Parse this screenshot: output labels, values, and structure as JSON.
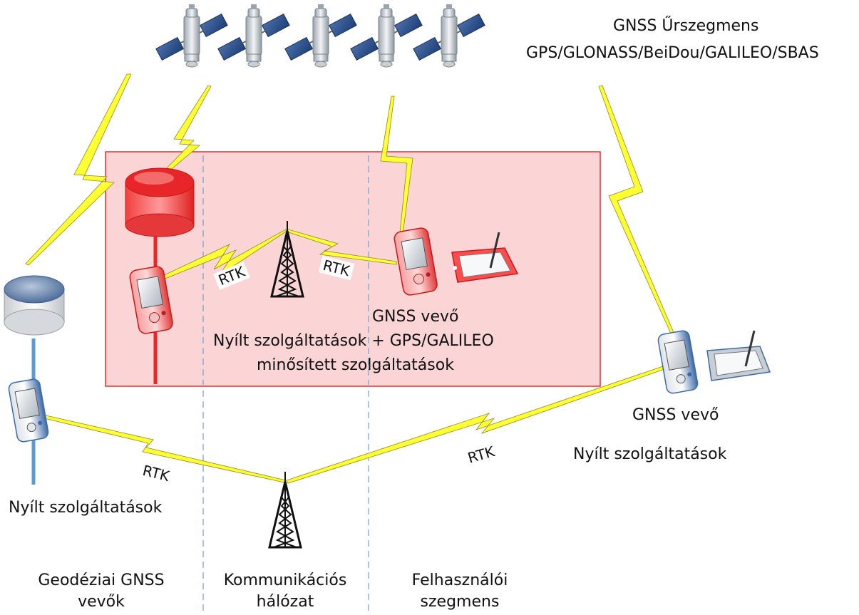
{
  "space_segment": {
    "title": "GNSS Űrszegmens",
    "systems": "GPS/GLONASS/BeiDou/GALILEO/SBAS"
  },
  "rtk_label": "RTK",
  "highlight_zone": {
    "receiver_label": "GNSS vevő",
    "services_line1": "Nyílt szolgáltatások + GPS/GALILEO",
    "services_line2": "minősített szolgáltatások"
  },
  "right_user": {
    "receiver_label": "GNSS vevő",
    "services": "Nyílt szolgáltatások"
  },
  "left_station": {
    "services": "Nyílt szolgáltatások"
  },
  "columns": [
    {
      "line1": "Geodéziai GNSS",
      "line2": "vevők"
    },
    {
      "line1": "Kommunikációs",
      "line2": "hálózat"
    },
    {
      "line1": "Felhasználói",
      "line2": "szegmens"
    }
  ],
  "colors": {
    "highlight_fill": "#fbd3d3",
    "highlight_border": "#e03030",
    "lightning": "#ffff33",
    "red_device": "#e8262a",
    "blue_pole": "#5b9bd5",
    "dashed_divider": "#6fa0d8"
  }
}
